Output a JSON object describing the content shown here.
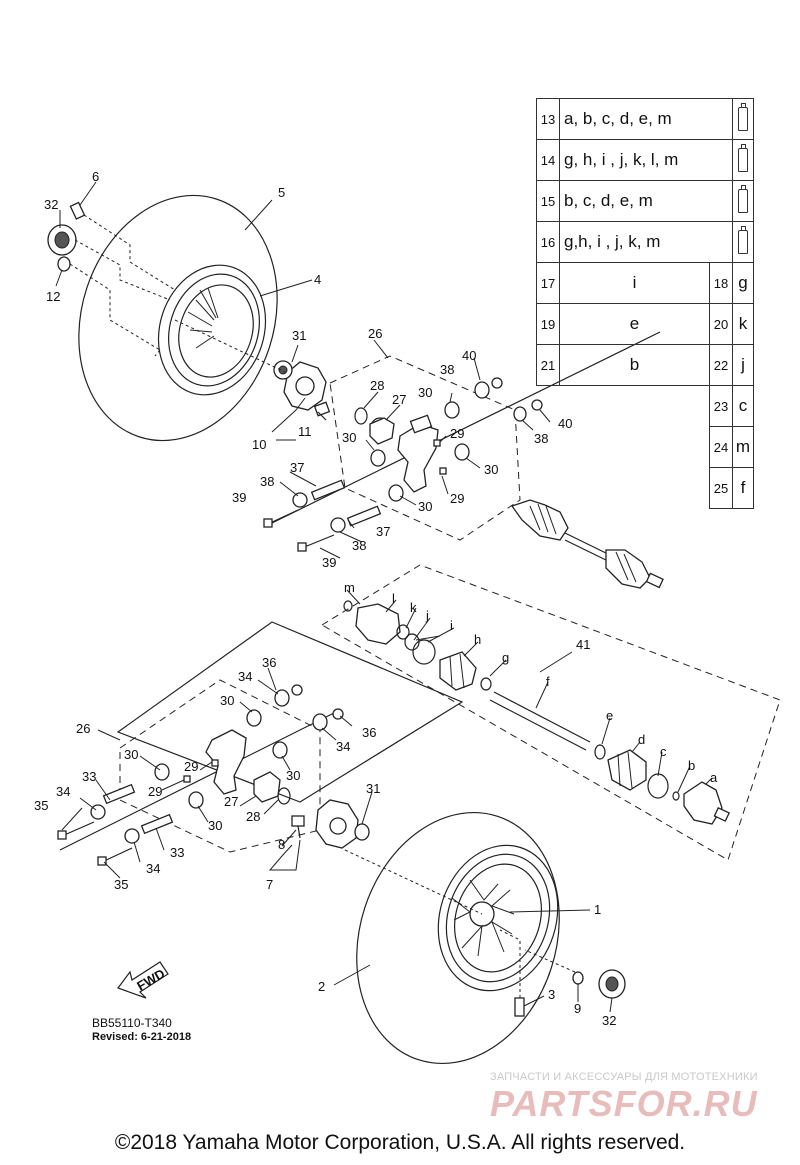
{
  "legend": [
    {
      "num": "13",
      "letters": "a, b, c, d, e, m",
      "tube": true
    },
    {
      "num": "14",
      "letters": "g, h, i , j, k, l, m",
      "tube": true
    },
    {
      "num": "15",
      "letters": "b, c, d, e, m",
      "tube": true
    },
    {
      "num": "16",
      "letters": "g,h, i , j, k, m",
      "tube": true
    },
    {
      "pair": [
        {
          "num": "17",
          "letters": "i"
        },
        {
          "num": "18",
          "letters": "g"
        }
      ]
    },
    {
      "pair": [
        {
          "num": "19",
          "letters": "e"
        },
        {
          "num": "20",
          "letters": "k"
        }
      ]
    },
    {
      "pair": [
        {
          "num": "21",
          "letters": "b"
        },
        {
          "num": "22",
          "letters": "j"
        }
      ]
    },
    {
      "right": {
        "num": "23",
        "letters": "c"
      }
    },
    {
      "right": {
        "num": "24",
        "letters": "m"
      }
    },
    {
      "right": {
        "num": "25",
        "letters": "f"
      }
    }
  ],
  "labels": {
    "l1": "1",
    "l2": "2",
    "l3": "3",
    "l4": "4",
    "l5": "5",
    "l6": "6",
    "l7": "7",
    "l8": "8",
    "l9": "9",
    "l10": "10",
    "l11": "11",
    "l12": "12",
    "l26a": "26",
    "l26b": "26",
    "l27a": "27",
    "l27b": "27",
    "l28a": "28",
    "l28b": "28",
    "l29a": "29",
    "l29b": "29",
    "l29c": "29",
    "l29d": "29",
    "l30a": "30",
    "l30b": "30",
    "l30c": "30",
    "l30d": "30",
    "l30e": "30",
    "l30f": "30",
    "l30g": "30",
    "l30h": "30",
    "l31a": "31",
    "l31b": "31",
    "l32a": "32",
    "l32b": "32",
    "l33a": "33",
    "l33b": "33",
    "l34a": "34",
    "l34b": "34",
    "l34c": "34",
    "l34d": "34",
    "l35a": "35",
    "l35b": "35",
    "l36a": "36",
    "l36b": "36",
    "l37a": "37",
    "l37b": "37",
    "l38a": "38",
    "l38b": "38",
    "l38c": "38",
    "l38d": "38",
    "l39a": "39",
    "l39b": "39",
    "l40a": "40",
    "l40b": "40",
    "l41": "41",
    "la": "a",
    "lb": "b",
    "lc": "c",
    "ld": "d",
    "le": "e",
    "lf": "f",
    "lg": "g",
    "lh": "h",
    "li": "i",
    "lj": "j",
    "lk": "k",
    "ll": "l",
    "lm": "m"
  },
  "fwd_label": "FWD",
  "drawing_id": "BB55110-T340",
  "revised": "Revised: 6-21-2018",
  "watermark_small": "ЗАПЧАСТИ И АКСЕССУАРЫ ДЛЯ МОТОТЕХНИКИ",
  "watermark_big": "PARTSFOR.RU",
  "copyright": "©2018 Yamaha Motor Corporation, U.S.A. All rights reserved."
}
